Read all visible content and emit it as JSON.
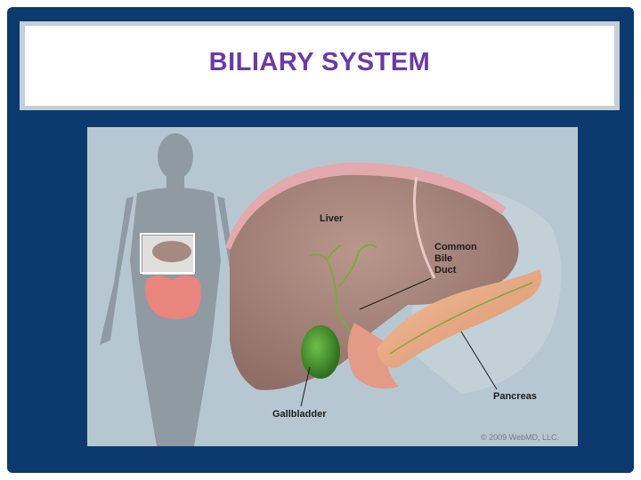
{
  "slide": {
    "title": "BILIARY SYSTEM"
  },
  "diagram": {
    "labels": {
      "liver": "Liver",
      "common_bile_duct": "Common Bile Duct",
      "common_bile_duct_lines": [
        "Common",
        "Bile",
        "Duct"
      ],
      "pancreas": "Pancreas",
      "gallbladder": "Gallbladder"
    },
    "copyright": "© 2009 WebMD, LLC."
  },
  "colors": {
    "frame": "#0d3a6e",
    "title_text": "#6b3aa6",
    "illustration_bg": "#b7c7d1",
    "liver": "#a8877e",
    "gallbladder": "#3f8a2a",
    "pancreas": "#e7a77f"
  }
}
